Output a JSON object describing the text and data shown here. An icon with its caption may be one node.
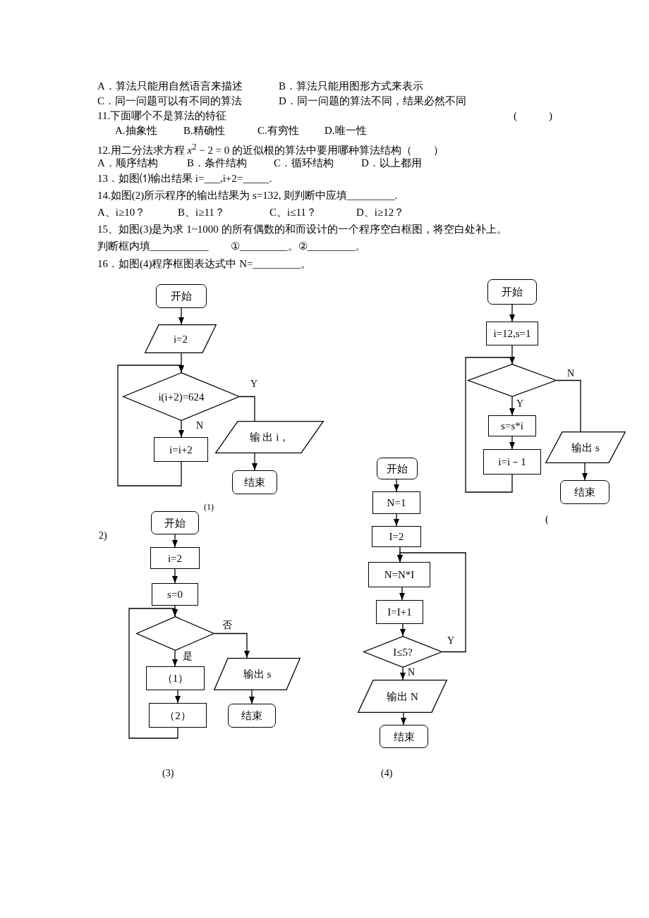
{
  "diagram": {
    "nodes": [
      {
        "text": [
          "开始"
        ]
      },
      {
        "text": [
          "i=2"
        ]
      },
      {
        "text": [
          "i(i+2)=624"
        ]
      },
      {
        "text": [
          "i=i+2"
        ]
      },
      {
        "text": [
          "输 出 i，"
        ]
      },
      {
        "text": [
          "结束"
        ]
      },
      {
        "text": [
          "开始"
        ]
      },
      {
        "text": [
          "i=12,s=1"
        ]
      },
      {
        "text": [],
        "shape": "diamond"
      },
      {
        "text": [
          "s=s*i"
        ]
      },
      {
        "text": [
          "i=i－1"
        ]
      },
      {
        "text": [
          "输出 s"
        ]
      },
      {
        "text": [
          "结束"
        ]
      },
      {
        "text": [
          "开始"
        ]
      },
      {
        "text": [
          "i=2"
        ]
      },
      {
        "text": [
          "s=0"
        ]
      },
      {
        "text": [],
        "shape": "diamond"
      },
      {
        "text": [
          "（1）"
        ]
      },
      {
        "text": [
          "（2）"
        ]
      },
      {
        "text": [
          "输出 s"
        ]
      },
      {
        "text": [
          "结束"
        ]
      },
      {
        "text": [
          "开始"
        ]
      },
      {
        "text": [
          "N=1"
        ]
      },
      {
        "text": [
          "I=2"
        ]
      },
      {
        "text": [
          "N=N*I"
        ]
      },
      {
        "text": [
          "I=I+1"
        ]
      },
      {
        "text": [
          "I≤5?"
        ]
      },
      {
        "text": [
          "输出 N"
        ]
      },
      {
        "text": [
          "结束"
        ]
      }
    ],
    "edges": [
      {
        "from": 0,
        "to": 1,
        "arrow": "to"
      },
      {
        "from": 1,
        "to": 2,
        "arrow": "to"
      },
      {
        "from": 2,
        "to": 3,
        "arrow": "to",
        "label": "N"
      },
      {
        "from": 3,
        "to": 2,
        "arrow": "to"
      },
      {
        "from": 2,
        "to": 4,
        "arrow": "none",
        "label": "Y"
      },
      {
        "from": 4,
        "to": 5,
        "arrow": "to"
      },
      {
        "from": 6,
        "to": 7,
        "arrow": "to"
      },
      {
        "from": 7,
        "to": 8,
        "arrow": "to"
      },
      {
        "from": 8,
        "to": 9,
        "arrow": "to",
        "label": "Y"
      },
      {
        "from": 9,
        "to": 10,
        "arrow": "to"
      },
      {
        "from": 10,
        "to": 8,
        "arrow": "to"
      },
      {
        "from": 8,
        "to": 11,
        "arrow": "none",
        "label": "N"
      },
      {
        "from": 11,
        "to": 12,
        "arrow": "to"
      },
      {
        "from": 13,
        "to": 14,
        "arrow": "to"
      },
      {
        "from": 14,
        "to": 15,
        "arrow": "to"
      },
      {
        "from": 15,
        "to": 16,
        "arrow": "to"
      },
      {
        "from": 16,
        "to": 17,
        "arrow": "to",
        "label": "是"
      },
      {
        "from": 17,
        "to": 18,
        "arrow": "to"
      },
      {
        "from": 18,
        "to": 16,
        "arrow": "to"
      },
      {
        "from": 16,
        "to": 19,
        "arrow": "to",
        "label": "否"
      },
      {
        "from": 19,
        "to": 20,
        "arrow": "to"
      },
      {
        "from": 21,
        "to": 22,
        "arrow": "to"
      },
      {
        "from": 22,
        "to": 23,
        "arrow": "to"
      },
      {
        "from": 23,
        "to": 24,
        "arrow": "to"
      },
      {
        "from": 24,
        "to": 25,
        "arrow": "to"
      },
      {
        "from": 25,
        "to": 26,
        "arrow": "to"
      },
      {
        "from": 26,
        "to": 24,
        "arrow": "to",
        "label": "Y"
      },
      {
        "from": 26,
        "to": 27,
        "arrow": "to",
        "label": "N"
      },
      {
        "from": 27,
        "to": 28,
        "arrow": "to"
      }
    ],
    "labels": [
      "A．算法只能用自然语言来描述",
      "B．算法只能用图形方式来表示",
      "C．同一问题可以有不同的算法",
      "D．同一问题的算法不同，结果必然不同",
      "11.下面哪个不是算法的特征",
      "(　　　)",
      "A.抽象性",
      "B.精确性",
      "C.有穷性",
      "D.唯一性",
      "12.用二分法求方程 *x*$^{2}$ − 2 = 0 的近似根的算法中要用哪种算法结构（　　）",
      "A．顺序结构",
      "B．条件结构",
      "C．循环结构",
      "D．以上都用",
      "13．如图⑴输出结果 i=___,i+2=_____.",
      "14.如图(2)所示程序的输出结果为 s=132, 则判断中应填_________.",
      "A、i≥10？",
      "B、i≥11？",
      "C、i≤11？",
      "D、i≥12？",
      "15、如图(3)是为求 1~1000 的所有偶数的和而设计的一个程序空白框图，将空白处补上。",
      "判断框内填___________",
      "①_________。②_________。",
      "16．如图(4)程序框图表达式中 N=_________。",
      "(1)",
      "(",
      "2)",
      "(3)",
      "(4)"
    ]
  }
}
